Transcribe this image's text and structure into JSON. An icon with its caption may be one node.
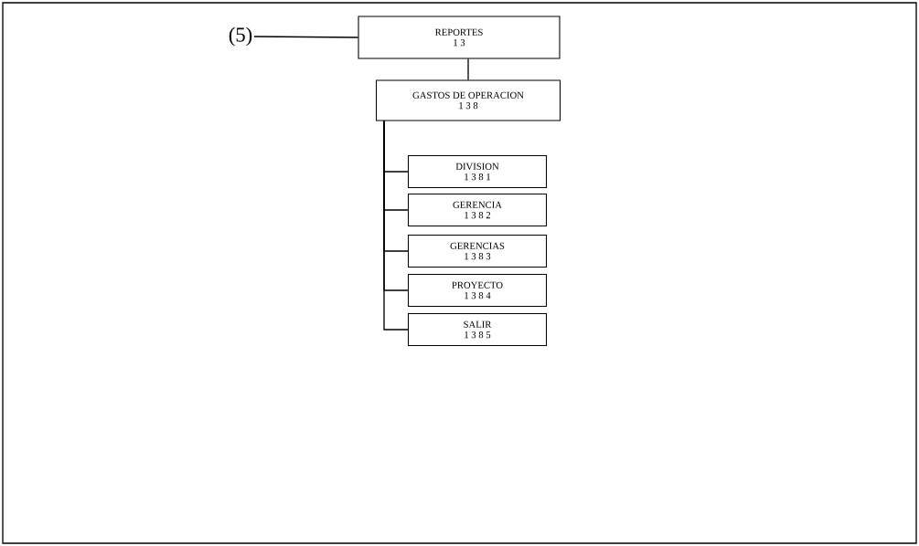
{
  "diagram": {
    "nodes": [
      {
        "text": [
          "(5)"
        ]
      },
      {
        "text": [
          "REPORTES",
          "1 3"
        ]
      },
      {
        "text": [
          "GASTOS DE OPERACION",
          "1 3 8"
        ]
      },
      {
        "text": [
          "DIVISION",
          "1 3 8 1"
        ]
      },
      {
        "text": [
          "GERENCIA",
          "1 3 8 2"
        ]
      },
      {
        "text": [
          "GERENCIAS",
          "1 3 8 3"
        ]
      },
      {
        "text": [
          "PROYECTO",
          "1 3 8 4"
        ]
      },
      {
        "text": [
          "SALIR",
          "1 3 8 5"
        ]
      }
    ],
    "edges": [
      {
        "from": 0,
        "to": 1,
        "arrow": "none"
      },
      {
        "from": 1,
        "to": 2,
        "arrow": "none"
      },
      {
        "from": 2,
        "to": 3,
        "arrow": "none"
      },
      {
        "from": 2,
        "to": 4,
        "arrow": "none"
      },
      {
        "from": 2,
        "to": 5,
        "arrow": "none"
      },
      {
        "from": 2,
        "to": 6,
        "arrow": "none"
      },
      {
        "from": 2,
        "to": 7,
        "arrow": "none"
      }
    ]
  }
}
